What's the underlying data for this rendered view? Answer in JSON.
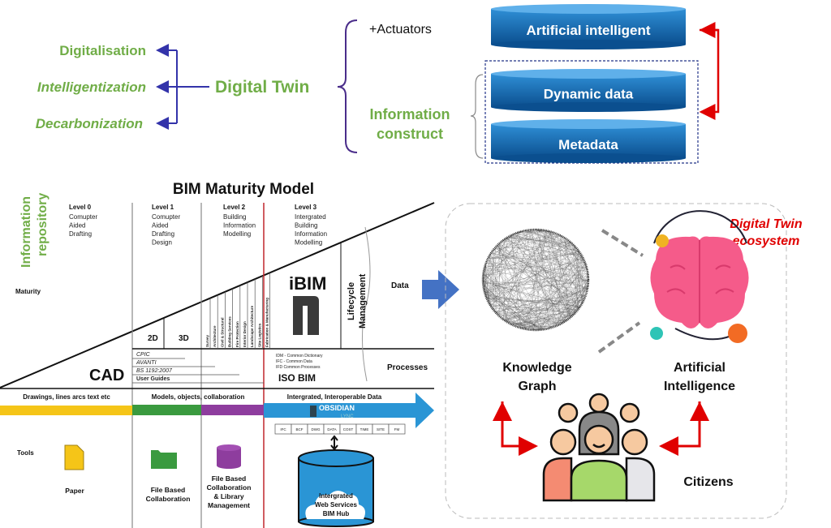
{
  "top": {
    "goals": [
      "Digitalisation",
      "Intelligentization",
      "Decarbonization"
    ],
    "digital_twin": "Digital Twin",
    "actuators": "+Actuators",
    "information_construct": [
      "Information",
      "construct"
    ],
    "layers": [
      "Artificial intelligent",
      "Dynamic data",
      "Metadata"
    ]
  },
  "bim": {
    "title": "BIM Maturity Model",
    "side_label": [
      "Information",
      "repository"
    ],
    "maturity": "Maturity",
    "levels": [
      {
        "name": "Level 0",
        "lines": [
          "Comupter",
          "Aided",
          "Drafting"
        ]
      },
      {
        "name": "Level 1",
        "lines": [
          "Comupter",
          "Aided",
          "Drafting",
          "Design"
        ]
      },
      {
        "name": "Level 2",
        "lines": [
          "Building",
          "Information",
          "Modelling"
        ]
      },
      {
        "name": "Level 3",
        "lines": [
          "Intergrated",
          "Building",
          "Information",
          "Modelling"
        ]
      }
    ],
    "cad": "CAD",
    "dims": [
      "2D",
      "3D"
    ],
    "disciplines": [
      "Survey",
      "Architecture",
      "Civil & Structural",
      "Building Services",
      "Fire Protection",
      "Interior Design",
      "Landscape Architecture",
      "Site Logistics",
      "Fabrication & Manufacturing"
    ],
    "ibim": "iBIM",
    "lifecycle": [
      "Lifecycle",
      "Management"
    ],
    "data": "Data",
    "processes": "Processes",
    "standards": [
      "CPIC",
      "AVANTI",
      "BS 1192:2007",
      "User Guides"
    ],
    "iso_items": [
      "IDM - Common Dictionary",
      "IFC - Common Data",
      "IFD Common Processes"
    ],
    "iso_bim": "ISO BIM",
    "bands": [
      "Drawings, lines arcs text etc",
      "Models, objects, collaboration",
      "Intergrated, Interoperable Data"
    ],
    "obsidian": [
      "OBSIDIAN",
      "LYNC"
    ],
    "formats": [
      "IFC",
      "BCF",
      "DWG",
      "DATA",
      "COST",
      "TIME",
      "SITE",
      "FM"
    ],
    "tools": "Tools",
    "tool_labels": [
      [
        "Paper"
      ],
      [
        "File Based",
        "Collaboration"
      ],
      [
        "File Based",
        "Collaboration",
        "& Library",
        "Management"
      ]
    ],
    "hub": [
      "Intergrated",
      "Web Services",
      "BIM Hub"
    ],
    "band_colors": [
      "#f5c518",
      "#3a9a3f",
      "#8e3d9e",
      "#2a95d5"
    ]
  },
  "ecosystem": {
    "title": [
      "Digital Twin",
      "ecosystem"
    ],
    "knowledge_graph": [
      "Knowledge",
      "Graph"
    ],
    "ai": [
      "Artificial",
      "Intelligence"
    ],
    "citizens": "Citizens"
  },
  "colors": {
    "green": "#70ad47",
    "red": "#e00000",
    "cylinder": "#1a7bc4",
    "arrow": "#4472c4"
  }
}
